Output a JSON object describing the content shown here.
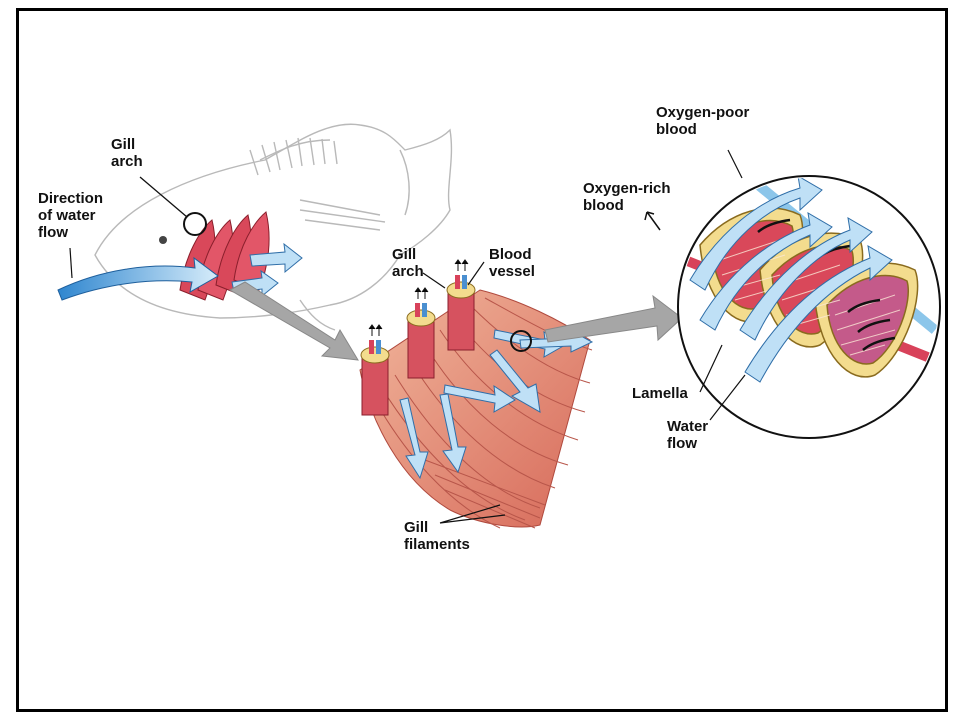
{
  "labels": {
    "gill_arch_fish": [
      "Gill",
      "arch"
    ],
    "water_direction": [
      "Direction",
      "of water",
      "flow"
    ],
    "gill_arch_detail": [
      "Gill",
      "arch"
    ],
    "blood_vessel": [
      "Blood",
      "vessel"
    ],
    "gill_filaments": [
      "Gill",
      "filaments"
    ],
    "oxygen_poor": [
      "Oxygen-poor",
      "blood"
    ],
    "oxygen_rich": [
      "Oxygen-rich",
      "blood"
    ],
    "lamella": "Lamella",
    "water_flow": [
      "Water",
      "flow"
    ]
  },
  "colors": {
    "water_arrow": "#3f94d6",
    "water_arrow_light": "#cfe8f8",
    "gill_red": "#d9485a",
    "filament": "#e9a086",
    "arch_cap": "#f3dc8e",
    "oxygen_rich_vessel": "#d8425a",
    "oxygen_poor_vessel": "#8cc6ea",
    "pointer_gray": "#a6a6a6"
  }
}
